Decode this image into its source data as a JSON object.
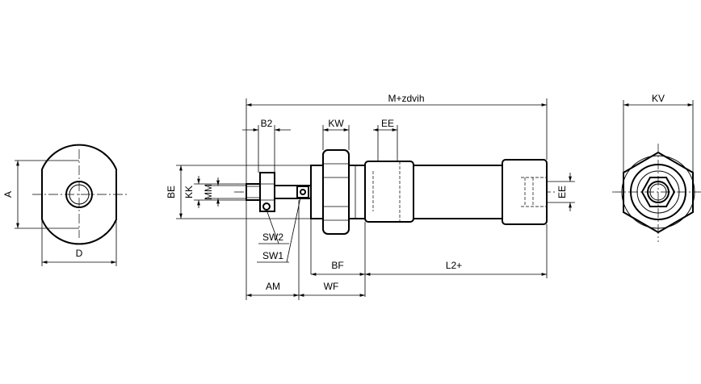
{
  "labels": {
    "A": "A",
    "D": "D",
    "BE": "BE",
    "KK": "KK",
    "MM": "MM",
    "B2": "B2",
    "KW": "KW",
    "EE_top": "EE",
    "EE_right": "EE",
    "M_stroke": "M+zdvih",
    "SW2": "SW2",
    "SW1": "SW1",
    "BF": "BF",
    "L2": "L2+",
    "AM": "AM",
    "WF": "WF",
    "KV": "KV"
  }
}
